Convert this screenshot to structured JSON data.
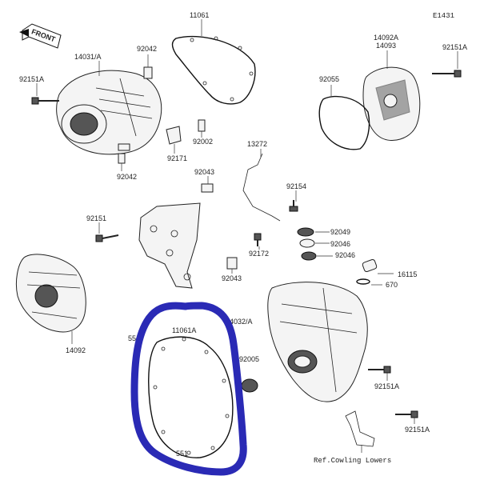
{
  "diagram_code": "E1431",
  "front_label": "FRONT",
  "highlight_color": "#2a2ab5",
  "parts": {
    "gasket_top": "11061",
    "cover_left_top": "14031/A",
    "dowel_a": "92042",
    "bolt_left_top": "92151A",
    "clip_a": "92002",
    "bracket_small": "92171",
    "dowel_b": "92042",
    "cover_right_top_a": "14092A",
    "cover_right_top_b": "14093",
    "bolt_right_top": "92151A",
    "oring_right": "92055",
    "bracket_wire": "13272",
    "dowel_c": "92043",
    "bolt_mid_right": "92154",
    "bolt_left_mid": "92151",
    "seal_a": "92049",
    "seal_b": "92046",
    "seal_c": "92046",
    "bolt_center": "92172",
    "dowel_d": "92043",
    "plug": "16115",
    "oring_plug": "670",
    "cover_left_bottom": "14092",
    "cover_main": "14032/A",
    "gasket_main": "11061A",
    "partial_551_top": "55",
    "gasket_ring": "92005",
    "bolt_right_bottom_a": "92151A",
    "bolt_right_bottom_b": "92151A",
    "gasket_label_bottom": "551",
    "ref_note": "Ref.Cowling Lowers"
  }
}
